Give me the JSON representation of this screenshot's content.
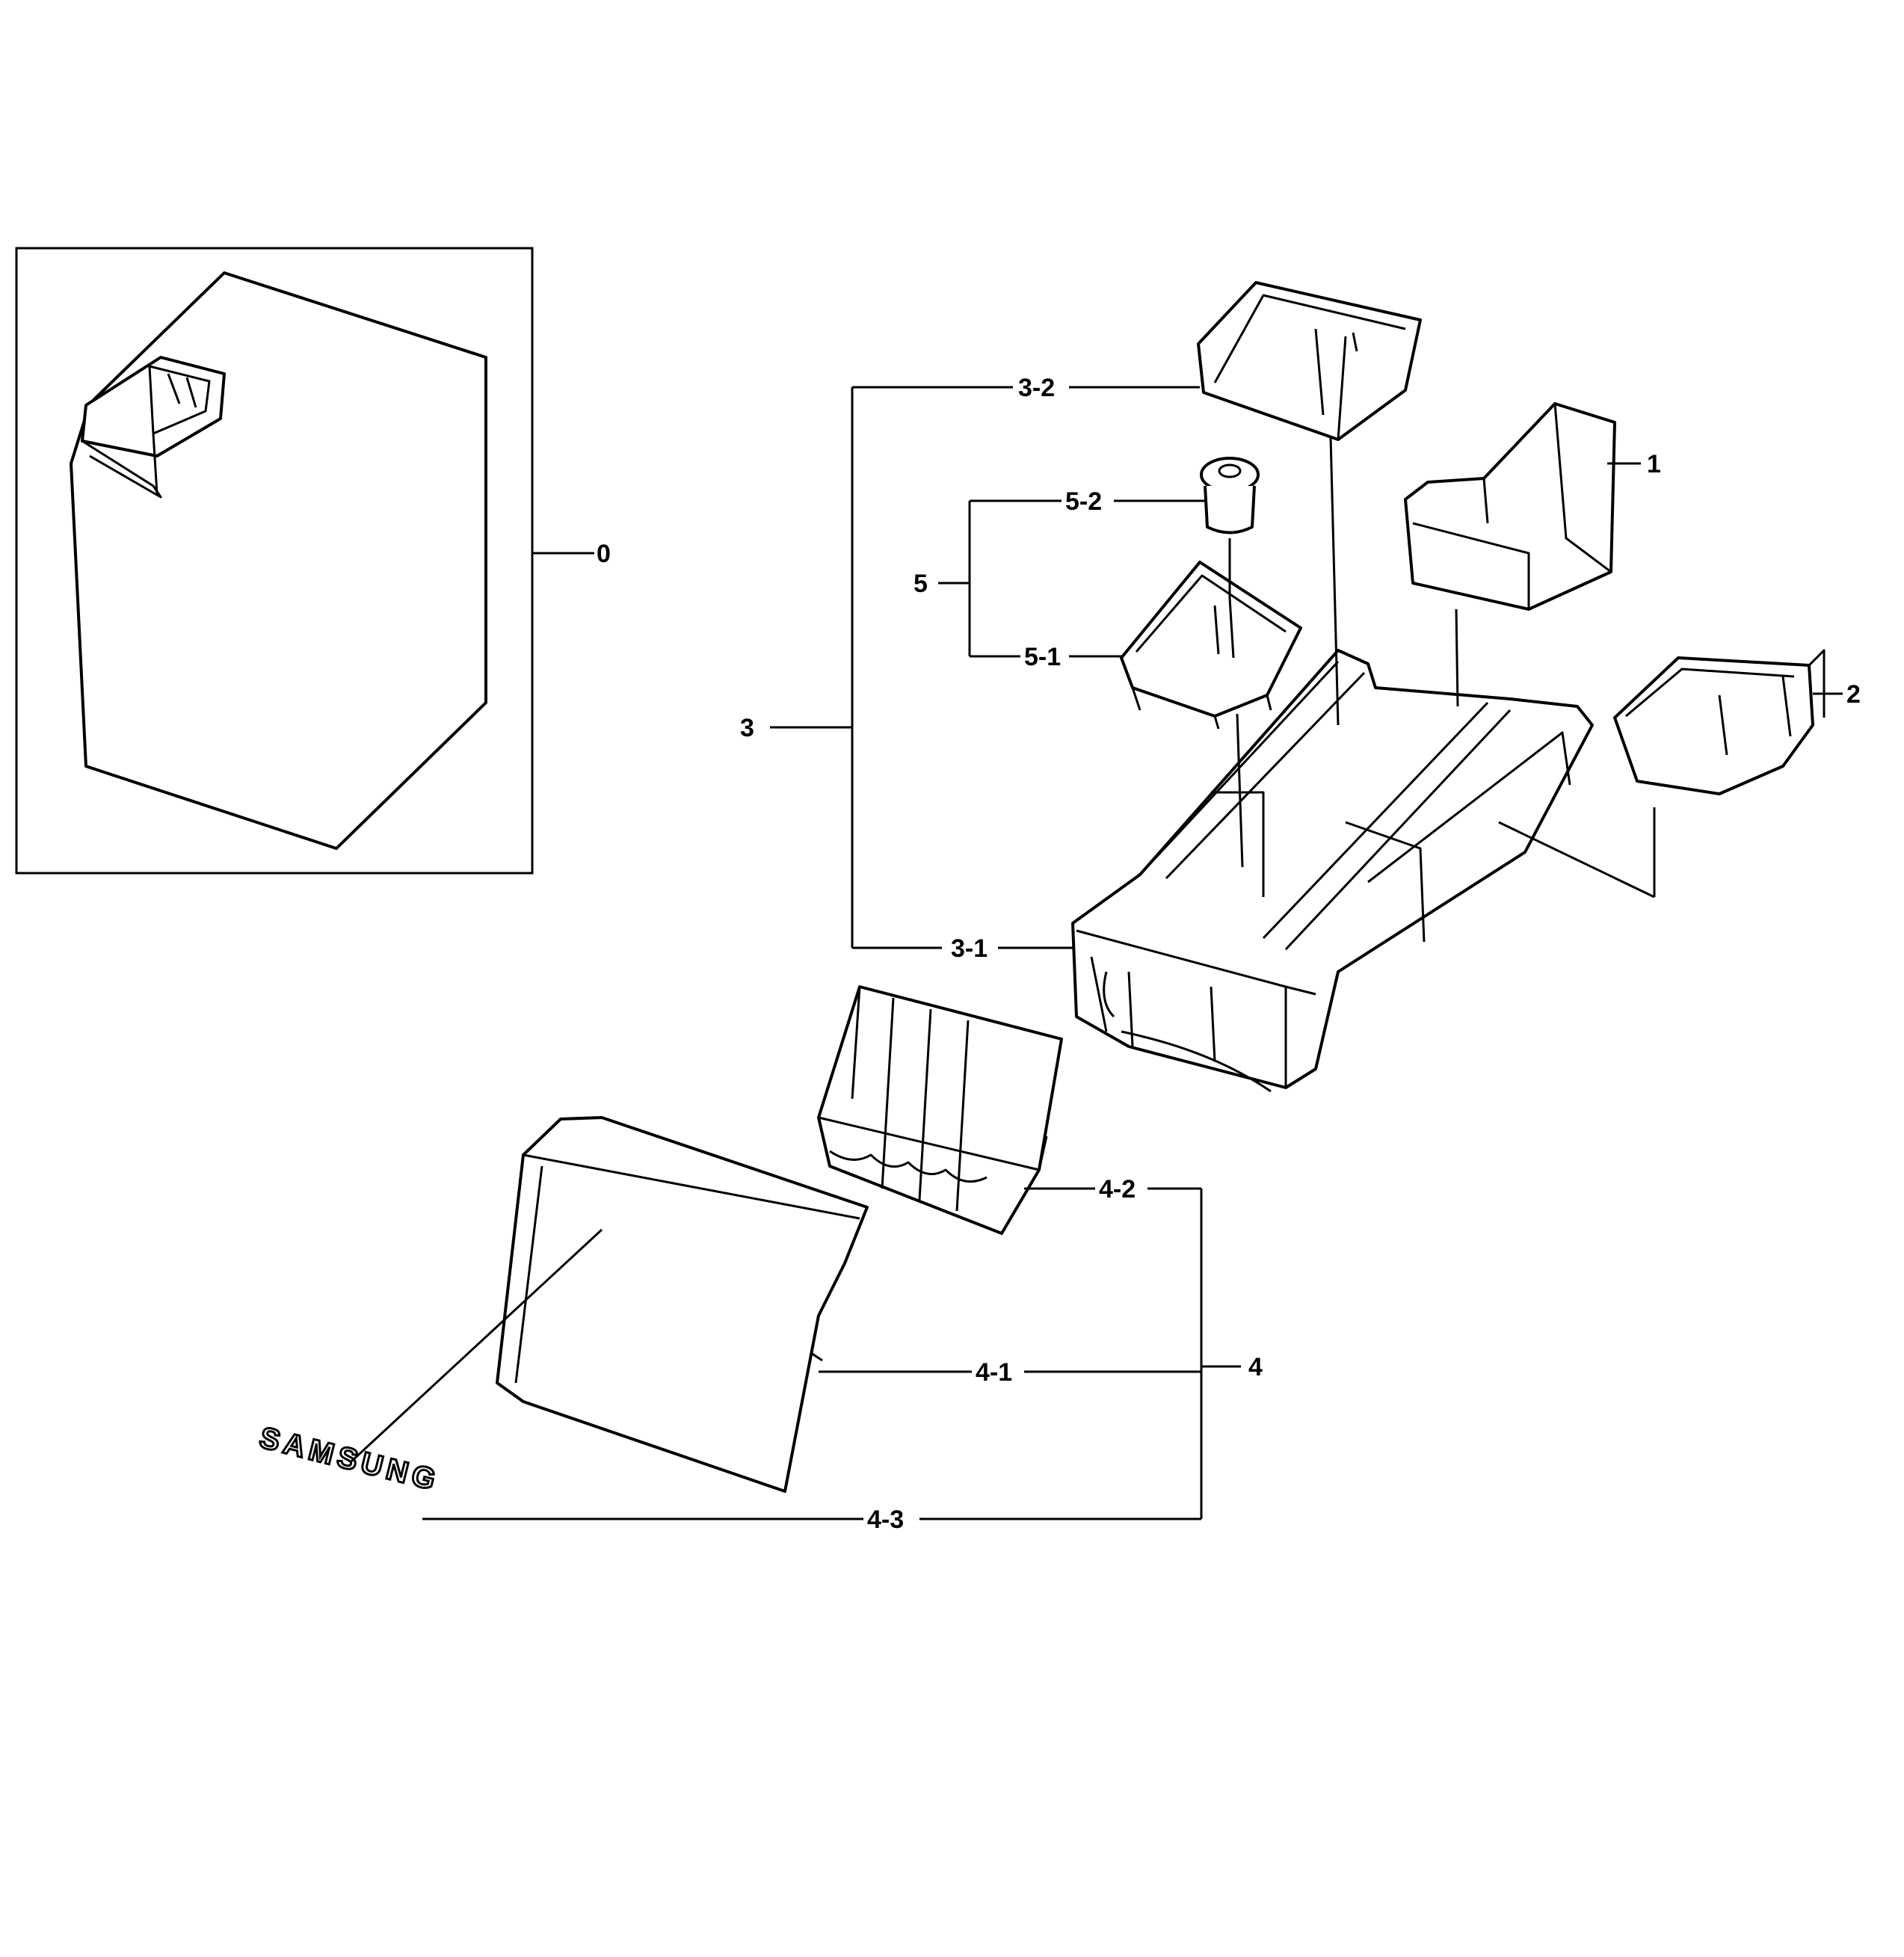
{
  "callouts": {
    "c0": "0",
    "c1": "1",
    "c2": "2",
    "c3": "3",
    "c3_1": "3-1",
    "c3_2": "3-2",
    "c4": "4",
    "c4_1": "4-1",
    "c4_2": "4-2",
    "c4_3": "4-3",
    "c5": "5",
    "c5_1": "5-1",
    "c5_2": "5-2"
  },
  "brand_logo": "SAMSUNG"
}
